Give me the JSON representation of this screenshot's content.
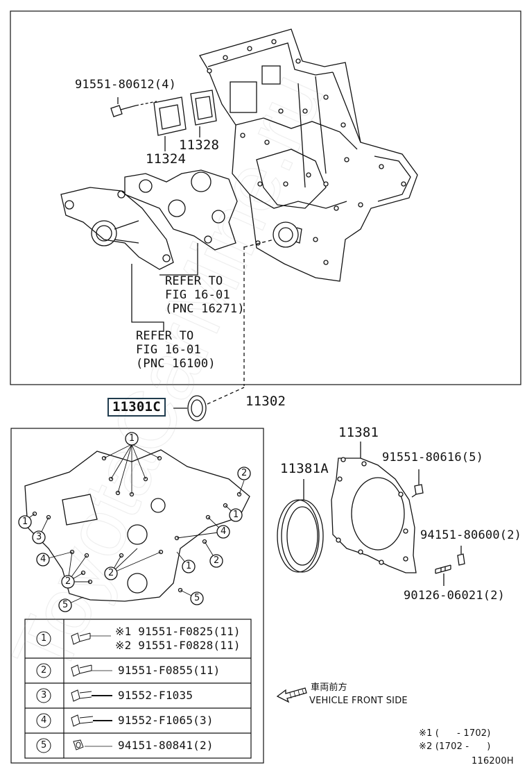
{
  "upper": {
    "bolt_1": "91551-80612(4)",
    "gasket_1": "11324",
    "gasket_2": "11328",
    "refer_a": [
      "REFER TO",
      "FIG 16-01",
      "(PNC 16271)"
    ],
    "refer_b": [
      "REFER TO",
      "FIG 16-01",
      "(PNC 16100)"
    ],
    "cover": "11302",
    "seal_highlight": "11301C"
  },
  "lower_right": {
    "retainer": "11381",
    "seal": "11381A",
    "bolt_a": "91551-80616(5)",
    "nut": "94151-80600(2)",
    "stud": "90126-06021(2)",
    "direction_jp": "車両前方",
    "direction_en": "VEHICLE FRONT SIDE",
    "footnote_1": "※1 (      - 1702)",
    "footnote_2": "※2 (1702 -      )",
    "fig_code": "116200H"
  },
  "callouts": [
    "1",
    "2",
    "3",
    "4",
    "5"
  ],
  "table": {
    "rows": [
      {
        "num": "1",
        "parts": [
          "※1 91551-F0825(11)",
          "※2 91551-F0828(11)"
        ]
      },
      {
        "num": "2",
        "parts": [
          "91551-F0855(11)"
        ]
      },
      {
        "num": "3",
        "parts": [
          "91552-F1035"
        ]
      },
      {
        "num": "4",
        "parts": [
          "91552-F1065(3)"
        ]
      },
      {
        "num": "5",
        "parts": [
          "94151-80841(2)"
        ]
      }
    ]
  },
  "watermark": "ToyotaCarMine.ru"
}
